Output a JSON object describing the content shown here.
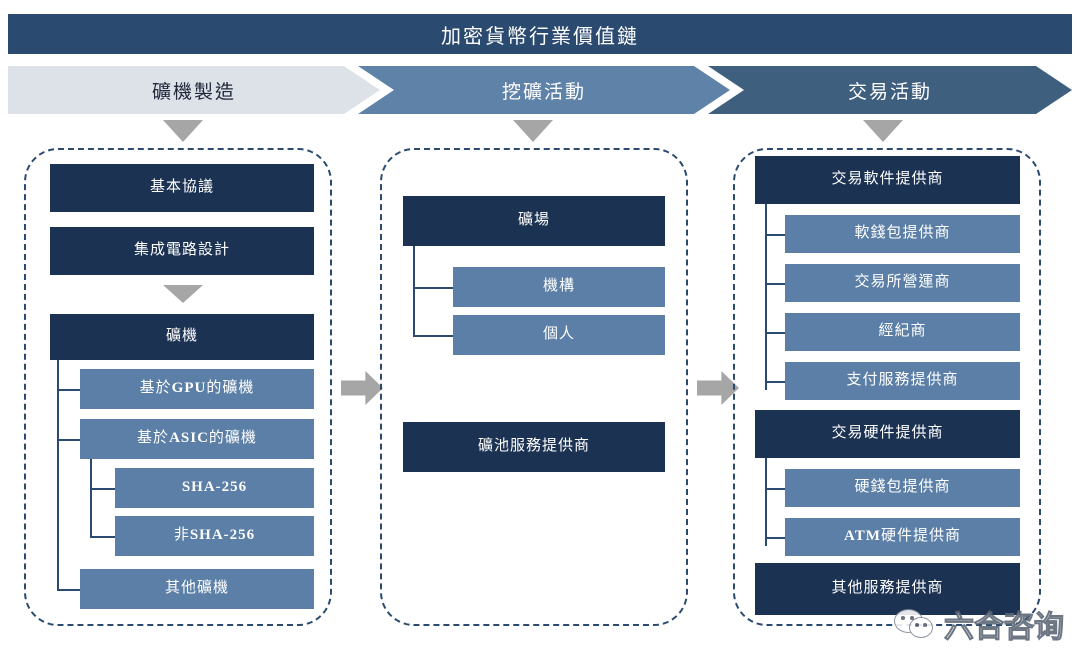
{
  "title": "加密貨幣行業價值鏈",
  "stages": [
    {
      "label": "礦機製造"
    },
    {
      "label": "挖礦活動"
    },
    {
      "label": "交易活動"
    }
  ],
  "columns": {
    "mining_hardware": {
      "boxes": {
        "basic_protocol": "基本協議",
        "ic_design": "集成電路設計",
        "miner": "礦機",
        "gpu_miner_pre": "基於",
        "gpu_miner_bold": "GPU",
        "gpu_miner_post": "的礦機",
        "asic_miner_pre": "基於",
        "asic_miner_bold": "ASIC",
        "asic_miner_post": "的礦機",
        "sha256": "SHA-256",
        "non_sha256_pre": "非",
        "non_sha256_bold": "SHA-256",
        "other_miners": "其他礦機"
      }
    },
    "mining_activity": {
      "boxes": {
        "mining_farm": "礦場",
        "institution": "機構",
        "individual": "個人",
        "mining_pool_provider": "礦池服務提供商"
      }
    },
    "trading_activity": {
      "boxes": {
        "trading_software_provider": "交易軟件提供商",
        "soft_wallet_provider": "軟錢包提供商",
        "exchange_operator": "交易所營運商",
        "broker": "經紀商",
        "payment_service_provider": "支付服務提供商",
        "trading_hardware_provider": "交易硬件提供商",
        "hard_wallet_provider": "硬錢包提供商",
        "atm_hardware_provider_bold": "ATM",
        "atm_hardware_provider_post": "硬件提供商",
        "other_service_provider": "其他服務提供商"
      }
    }
  },
  "watermark": {
    "text": "六合咨询"
  },
  "colors": {
    "title_bar": "#2b4a70",
    "stage_1": "#dde2e9",
    "stage_2": "#5f82a8",
    "stage_3": "#3f5f7f",
    "parent_box": "#1b3253",
    "child_box": "#5b7fa6",
    "panel_border": "#2b4a70",
    "arrow_gray": "#a6a6a6"
  }
}
